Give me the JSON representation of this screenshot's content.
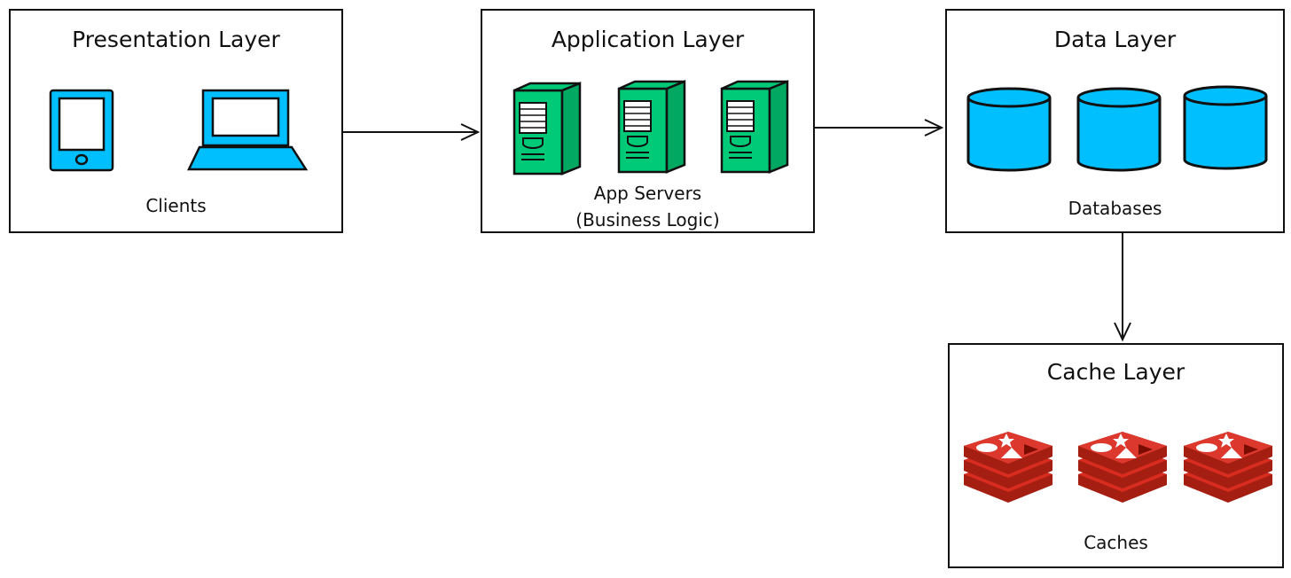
{
  "presentation": {
    "title": "Presentation Layer",
    "caption": "Clients",
    "icons": [
      "tablet-icon",
      "laptop-icon"
    ]
  },
  "application": {
    "title": "Application Layer",
    "caption_line1": "App Servers",
    "caption_line2": "(Business Logic)",
    "icons": [
      "server-icon",
      "server-icon",
      "server-icon"
    ]
  },
  "data": {
    "title": "Data Layer",
    "caption": "Databases",
    "icons": [
      "database-icon",
      "database-icon",
      "database-icon"
    ]
  },
  "cache": {
    "title": "Cache Layer",
    "caption": "Caches",
    "icons": [
      "redis-cache-icon",
      "redis-cache-icon",
      "redis-cache-icon"
    ]
  },
  "connections": [
    {
      "from": "Presentation Layer",
      "to": "Application Layer"
    },
    {
      "from": "Application Layer",
      "to": "Data Layer"
    },
    {
      "from": "Data Layer",
      "to": "Cache Layer"
    }
  ],
  "colors": {
    "device": "#00BFFF",
    "server": "#00C977",
    "database": "#00BFFF",
    "cache": "#C6302B",
    "stroke": "#111111"
  }
}
